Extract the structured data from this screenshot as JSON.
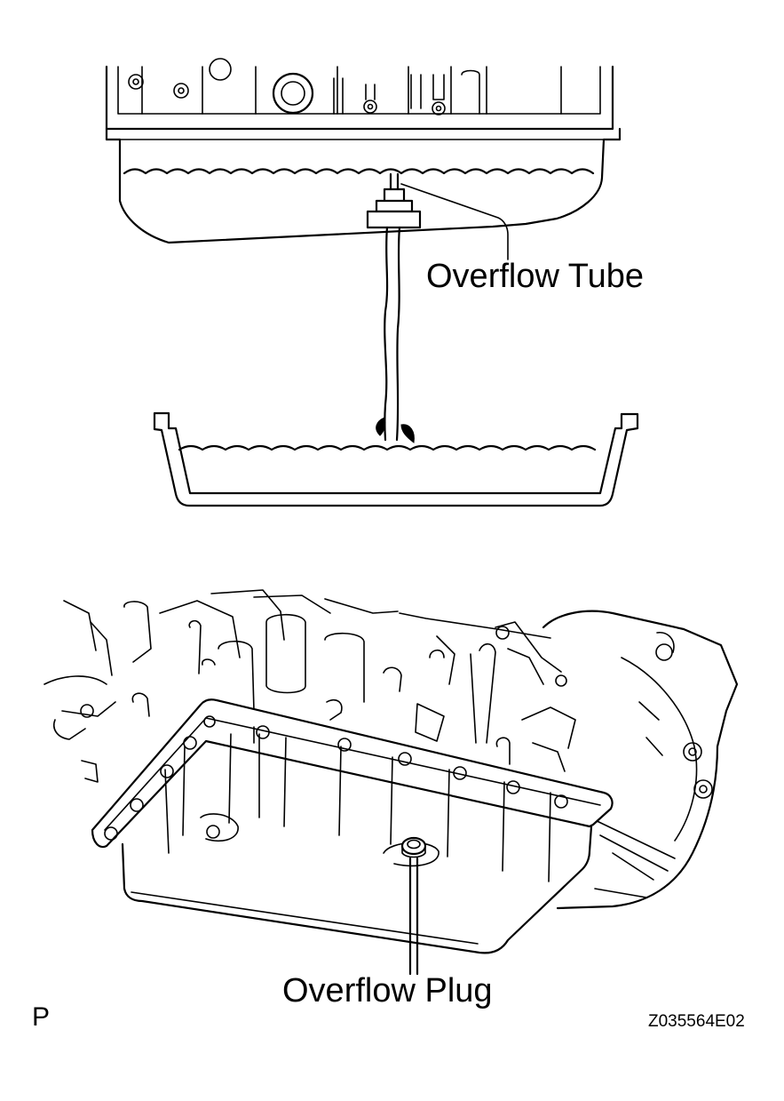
{
  "labels": {
    "overflow_tube": "Overflow Tube",
    "overflow_plug": "Overflow Plug",
    "view_marker": "P",
    "figure_code": "Z035564E02"
  },
  "icons": [
    "transmission-pan-icon",
    "overflow-tube-icon",
    "drain-tray-icon",
    "overflow-plug-icon"
  ]
}
